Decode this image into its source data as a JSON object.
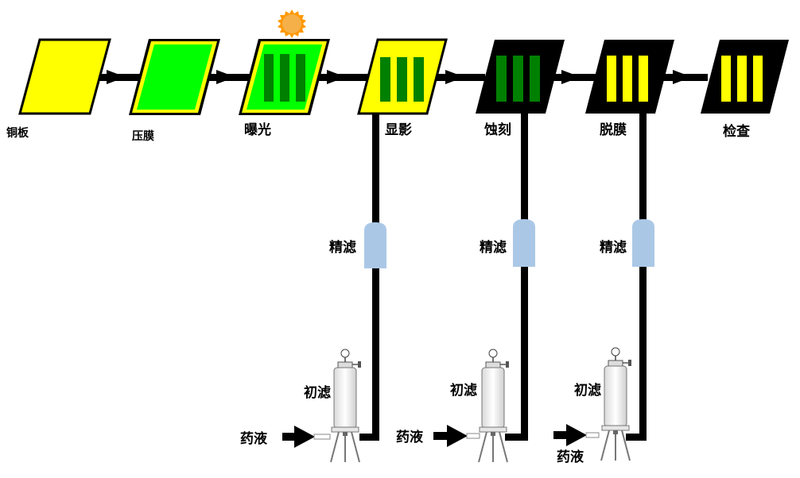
{
  "process_steps": [
    {
      "label": "铜板",
      "fill": "#ffff00",
      "border": "#000000",
      "stripes": "none"
    },
    {
      "label": "压膜",
      "fill": "#00ff00",
      "border": "#ffff00",
      "outer": "#000000",
      "stripes": "none"
    },
    {
      "label": "曝光",
      "fill": "#00ff00",
      "border": "#ffff00",
      "outer": "#000000",
      "stripes": "#008000"
    },
    {
      "label": "显影",
      "fill": "#ffff00",
      "border": "#000000",
      "stripes": "#008000"
    },
    {
      "label": "蚀刻",
      "fill": "#000000",
      "border": "#000000",
      "stripes": "#008000"
    },
    {
      "label": "脱膜",
      "fill": "#000000",
      "border": "#000000",
      "stripes": "#ffff00"
    },
    {
      "label": "检查",
      "fill": "#000000",
      "border": "#000000",
      "stripes": "#ffff00"
    }
  ],
  "filter_lines": [
    {
      "fine_filter_label": "精滤",
      "coarse_filter_label": "初滤",
      "inlet_label": "药液"
    },
    {
      "fine_filter_label": "精滤",
      "coarse_filter_label": "初滤",
      "inlet_label": "药液"
    },
    {
      "fine_filter_label": "精滤",
      "coarse_filter_label": "初滤",
      "inlet_label": "药液"
    }
  ],
  "icons": {
    "sun": "sun-icon",
    "arrow": "flow-arrow-icon",
    "fine_filter": "fine-filter-cartridge-icon",
    "coarse_filter": "bag-filter-housing-icon"
  },
  "colors": {
    "pipe": "#000000",
    "fine_filter": "#aac8e6",
    "sun_fill": "#f5b04a",
    "sun_rays": "#ff9900"
  }
}
